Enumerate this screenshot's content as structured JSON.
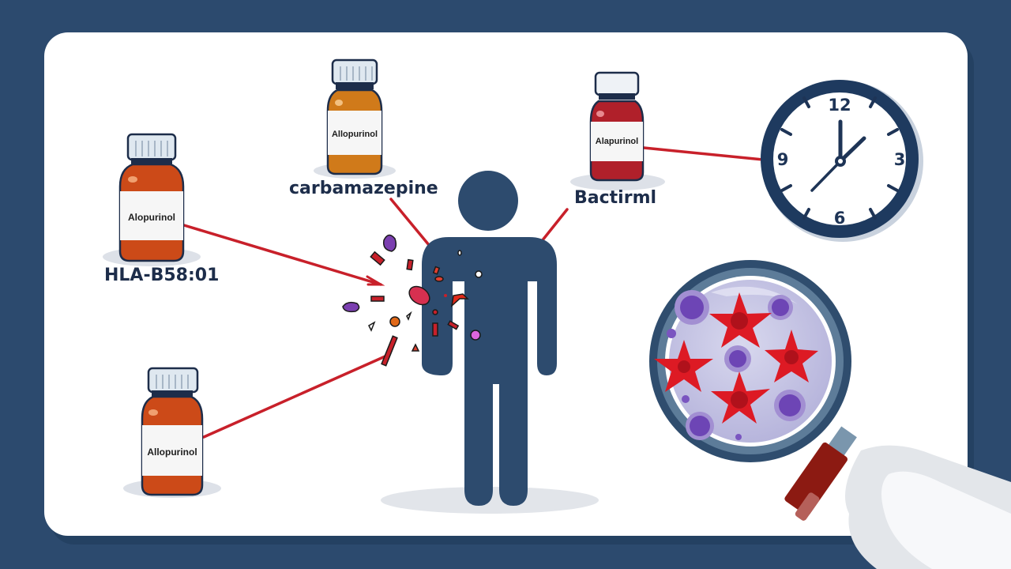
{
  "illustration": {
    "topic": "drug hypersensitivity reaction",
    "background_color": "#2c4a6e",
    "card_color": "#ffffff",
    "accent_line_color": "#c8202a",
    "figure_color": "#2d4b6e"
  },
  "bottles": [
    {
      "id": "left-top",
      "label": "Alopurinol",
      "caption": "HLA-B58:01",
      "color": "#cc4a18"
    },
    {
      "id": "center-top",
      "label": "Allopurinol",
      "caption": "carbamazepine",
      "color": "#d07a1a"
    },
    {
      "id": "right-top",
      "label": "Alapurinol",
      "caption": "Bactirml",
      "color": "#b0202a"
    },
    {
      "id": "left-bottom",
      "label": "Allopurinol",
      "caption": "",
      "color": "#cc4a18"
    }
  ],
  "clock": {
    "numbers": [
      "12",
      "3",
      "6",
      "9"
    ],
    "time": "approx 1:05"
  },
  "magnifier": {
    "content": "red star-shaped cells and purple round cells",
    "handle_color": "#8c1a12"
  }
}
